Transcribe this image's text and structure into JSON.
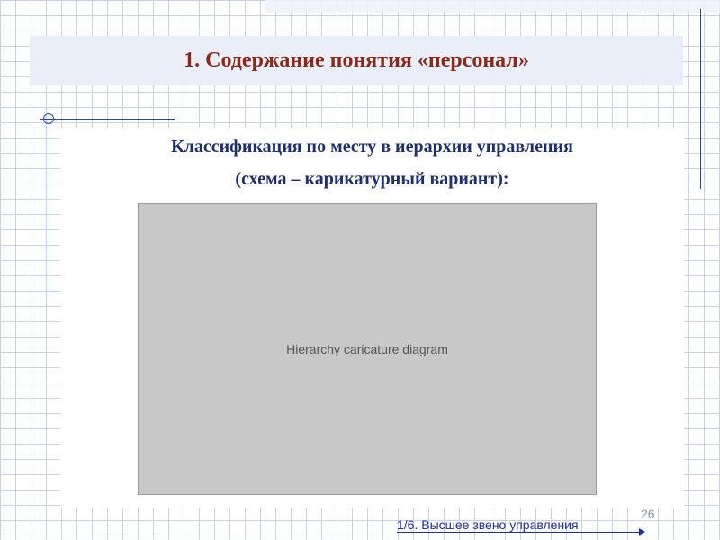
{
  "slide": {
    "title": "1. Содержание понятия «персонал»",
    "subtitle_line1": "Классификация по месту в иерархии управления",
    "subtitle_line2": "(схема – карикатурный вариант):",
    "diagram_placeholder": "Hierarchy caricature diagram",
    "footer_link": "1/6. Высшее звено управления",
    "page_number": "26"
  }
}
